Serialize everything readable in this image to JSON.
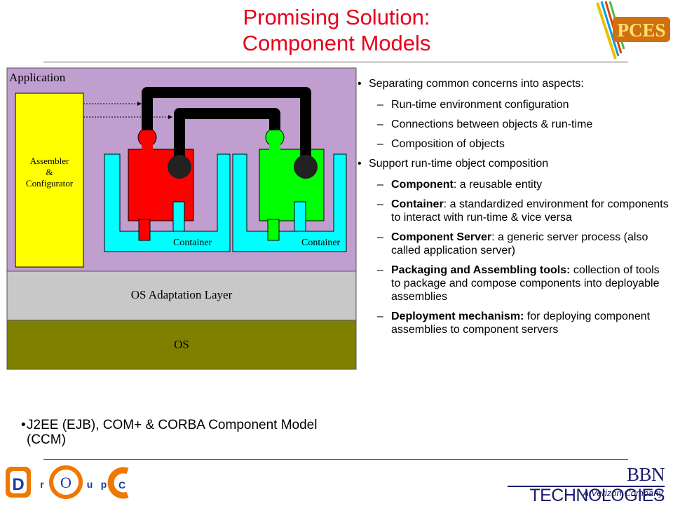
{
  "header": {
    "title_line1": "Promising Solution:",
    "title_line2": "Component Models"
  },
  "diagram": {
    "application_label": "Application",
    "assembler_line1": "Assembler",
    "assembler_line2": "&",
    "assembler_line3": "Configurator",
    "container_left_label": "Container",
    "container_right_label": "Container",
    "os_adaptation_label": "OS Adaptation Layer",
    "os_label": "OS",
    "colors": {
      "application": "#c09fd0",
      "assembler": "#ffff00",
      "container": "#00ffff",
      "component_left": "#ff0000",
      "component_right": "#00ff00",
      "os_adaptation": "#c8c8c8",
      "os": "#808000"
    }
  },
  "bullets": [
    {
      "text": "Separating common concerns into aspects:",
      "sub": [
        {
          "bold": "",
          "text": "Run-time environment configuration"
        },
        {
          "bold": "",
          "text": "Connections between objects & run-time"
        },
        {
          "bold": "",
          "text": "Composition of objects"
        }
      ]
    },
    {
      "text": "Support run-time object composition",
      "sub": [
        {
          "bold": "Component",
          "text": ": a reusable entity"
        },
        {
          "bold": "Container",
          "text": ": a standardized environment for components to interact with run-time & vice versa"
        },
        {
          "bold": "Component Server",
          "text": ": a generic server process (also called application server)"
        },
        {
          "bold": "Packaging and Assembling tools:",
          "text": " collection of tools to package and compose components into deployable assemblies"
        },
        {
          "bold": "Deployment mechanism:",
          "text": " for deploying component assemblies to component servers"
        }
      ]
    }
  ],
  "footer_bullet": {
    "dot": "•",
    "text": "J2EE (EJB), COM+ & CORBA Component Model (CCM)"
  },
  "logos": {
    "pces": "PCES",
    "doc_letters": [
      "D",
      "r",
      "O",
      "u",
      "p",
      "C"
    ],
    "bbn_part1": "BBN",
    "bbn_part2": " TECHNOLOGIES",
    "bbn_sub": "A Verizon Company"
  }
}
